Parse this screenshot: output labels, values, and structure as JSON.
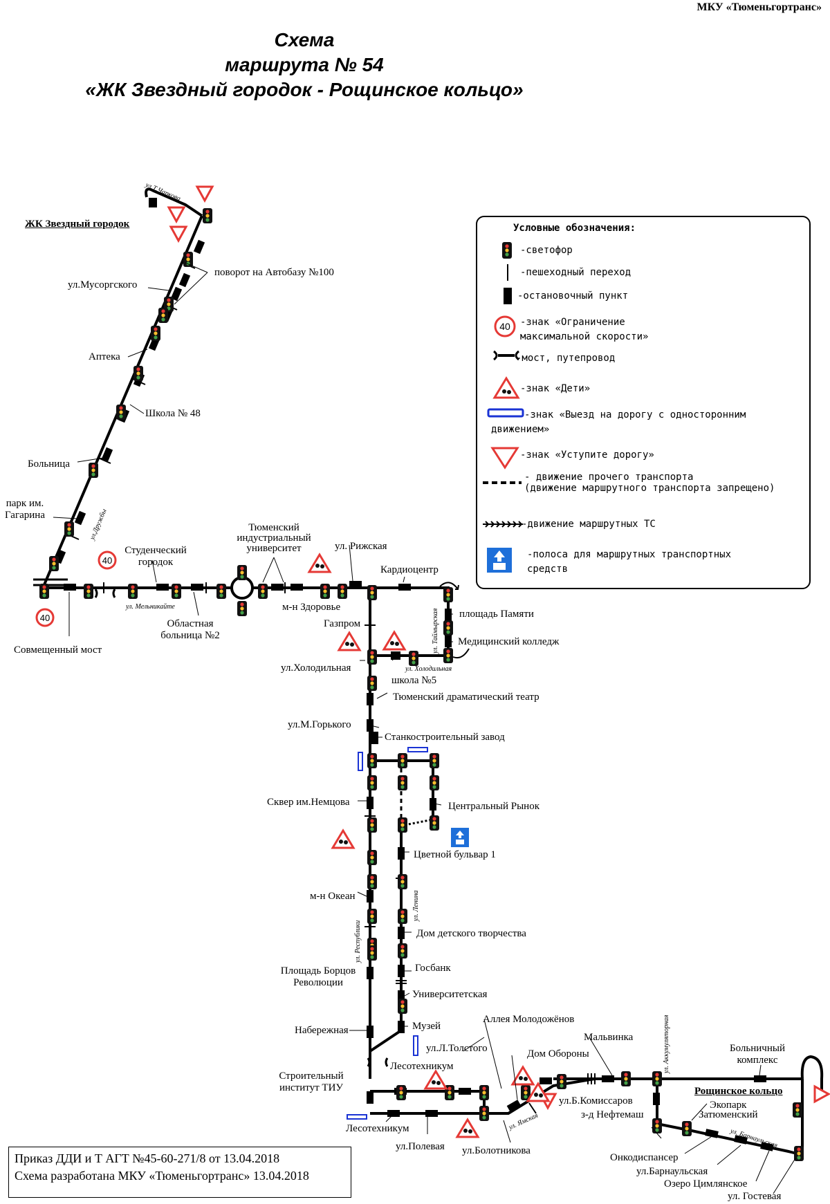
{
  "header": {
    "organization": "МКУ «Тюменьгортранс»",
    "title_line1": "Схема",
    "title_line2": "маршрута № 54",
    "title_line3": "«ЖК Звездный городок - Рощинское кольцо»"
  },
  "legend": {
    "title": "Условные обозначения:",
    "items": [
      {
        "icon": "traffic-light-icon",
        "label": "-светофор"
      },
      {
        "icon": "pedestrian-crossing-icon",
        "label": "-пешеходный переход"
      },
      {
        "icon": "bus-stop-icon",
        "label": "-остановочный пункт"
      },
      {
        "icon": "speed-limit-sign-icon",
        "label_line1": "-знак «Ограничение",
        "label_line2": "максимальной скорости»",
        "sign_text": "40"
      },
      {
        "icon": "bridge-icon",
        "label": "-мост, путепровод"
      },
      {
        "icon": "children-sign-icon",
        "label": "-знак «Дети»"
      },
      {
        "icon": "one-way-sign-icon",
        "label_line1": "-знак «Выезд на дорогу с односторонним",
        "label_line2": "движением»"
      },
      {
        "icon": "yield-sign-icon",
        "label": "-знак «Уступите дорогу»"
      },
      {
        "icon": "dashed-line-icon",
        "label_line1": "- движение прочего транспорта",
        "label_line2": "(движение маршрутного транспорта запрещено)"
      },
      {
        "icon": "arrow-line-icon",
        "label": "-движение маршрутных ТС"
      },
      {
        "icon": "bus-lane-icon",
        "label_line1": "-полоса для маршрутных транспортных",
        "label_line2": "средств"
      }
    ]
  },
  "labels": {
    "zvezdny": "ЖК Звездный городок",
    "charkova": "ул.Т.Чаркова",
    "avtobaza": "поворот на Автобазу №100",
    "musorgskogo": "ул.Мусоргского",
    "apteka": "Аптека",
    "shkola48": "Школа № 48",
    "bolnitsa": "Больница",
    "park_line1": "парк им.",
    "park_line2": "Гагарина",
    "druzhby": "ул.Дружбы",
    "speed1": "40",
    "speed2": "40",
    "sovmeshchenny": "Совмещенный мост",
    "studgorodok_line1": "Студенческий",
    "studgorodok_line2": "городок",
    "melnikaite": "ул. Мельникайте",
    "oblbolnitsa_line1": "Областная",
    "oblbolnitsa_line2": "больница №2",
    "tiu_line1": "Тюменский",
    "tiu_line2": "индустриальный",
    "tiu_line3": "университет",
    "zdorovie": "м-н Здоровье",
    "rizhskaya": "ул. Рижская",
    "kardiocentr": "Кардиоцентр",
    "gazprom": "Газпром",
    "taimyrskaya": "ул. Таймырская",
    "ploshchad_pamyati": "площадь Памяти",
    "med_kolledzh": "Медицинский колледж",
    "kholodilnaya": "ул.Холодильная",
    "kholodilnaya_street": "ул. Холодильная",
    "shkola5": "школа №5",
    "dramteatr": "Тюменский драматический театр",
    "gorkogo": "ул.М.Горького",
    "stankozavod": "Станкостроительный завод",
    "nemtsova": "Сквер им.Немцова",
    "tsentr_rynok": "Центральный Рынок",
    "tsvetnoy": "Цветной бульвар 1",
    "okean": "м-н Океан",
    "respubliki": "ул. Республики",
    "lenina": "ул. Ленина",
    "ddt": "Дом детского творчества",
    "borcov_line1": "Площадь Борцов",
    "borcov_line2": "Революции",
    "gosbank": "Госбанк",
    "universitetskaya": "Университетская",
    "naberezhnaya": "Набережная",
    "muzey": "Музей",
    "alleya": "Аллея Молодожёнов",
    "tolstogo": "ул.Л.Толстого",
    "malvinka": "Мальвинка",
    "dom_oborony": "Дом Обороны",
    "akkumulyatornaya": "ул. Аккумуляторная",
    "bolnichny_line1": "Больничный",
    "bolnichny_line2": "комплекс",
    "stroit_line1": "Строительный",
    "stroit_line2": "институт ТИУ",
    "lesotekhnikum_top": "Лесотехникум",
    "lesotekhnikum_bottom": "Лесотехникум",
    "roshchinskoe": "Рощинское кольцо",
    "komissarov": "ул.Б.Комиссаров",
    "neftemash": "з-д Нефтемаш",
    "ekopark": "Экопарк",
    "zatyumensky": "Затюменский",
    "yamskaya": "ул. Ямская",
    "barnaulskaya_street": "ул. Барнаульская",
    "polevaya": "ул.Полевая",
    "bolotnikova": "ул.Болотникова",
    "onkodispanser": "Онкодиспансер",
    "barnaulskaya": "ул.Барнаульская",
    "ozero": "Озеро Цимлянское",
    "gostevaya": "ул. Гостевая"
  },
  "footer": {
    "line1": "Приказ ДДИ и Т АГТ №45-60-271/8 от 13.04.2018",
    "line2": "Схема разработана МКУ «Тюменьгортранс» 13.04.2018"
  }
}
